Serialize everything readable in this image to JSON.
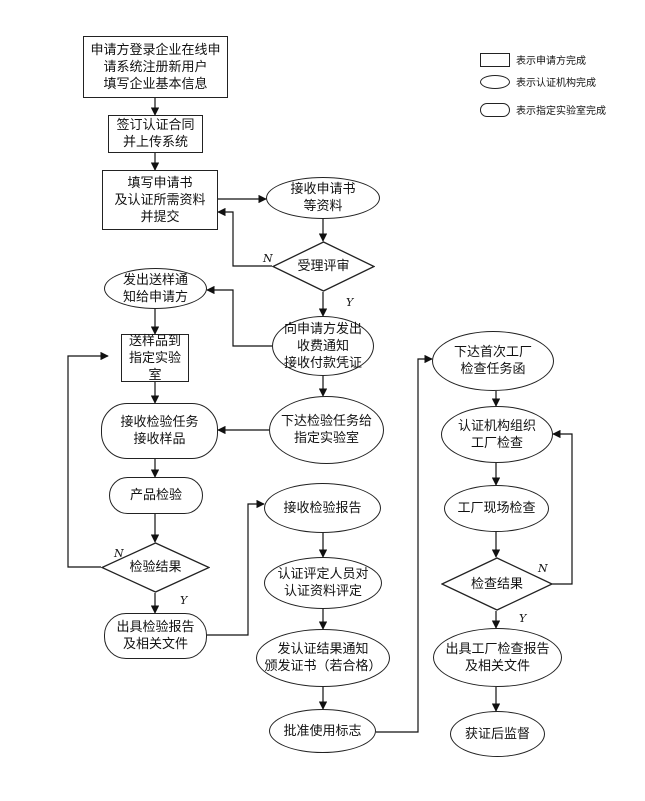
{
  "legend": {
    "applicant": "表示申请方完成",
    "cert_body": "表示认证机构完成",
    "lab": "表示指定实验室完成"
  },
  "nodes": {
    "register": "申请方登录企业在线申\n请系统注册新用户\n填写企业基本信息",
    "sign_contract": "签订认证合同\n并上传系统",
    "fill_application": "填写申请书\n及认证所需资料\n并提交",
    "receive_application": "接收申请书\n等资料",
    "acceptance_review": "受理评审",
    "send_sample_notice": "发出送样通\n知给申请方",
    "fee_notice": "向申请方发出\n收费通知\n接收付款凭证",
    "send_sample_lab": "送样品到\n指定实验室",
    "receive_task": "接收检验任务\n接收样品",
    "issue_test_task": "下达检验任务给\n指定实验室",
    "product_test": "产品检验",
    "receive_report": "接收检验报告",
    "test_result": "检验结果",
    "evaluate": "认证评定人员对\n认证资料评定",
    "issue_test_report": "出具检验报告\n及相关文件",
    "notify_result": "发认证结果通知\n颁发证书（若合格）",
    "approve_mark": "批准使用标志",
    "factory_task": "下达首次工厂\n检查任务函",
    "organize_inspection": "认证机构组织\n工厂检查",
    "onsite_inspection": "工厂现场检查",
    "inspection_result": "检查结果",
    "inspection_report": "出具工厂检查报告\n及相关文件",
    "surveillance": "获证后监督"
  },
  "labels": {
    "n1": "N",
    "y1": "Y",
    "n2": "N",
    "y2": "Y",
    "n3": "N",
    "y3": "Y"
  }
}
